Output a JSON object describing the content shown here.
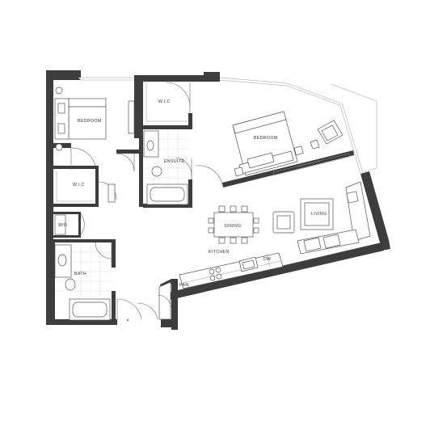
{
  "labels": {
    "bedroom_1": "BEDROOM",
    "wic_1": "W.I.C",
    "wic_2": "W.I.C",
    "bedroom_2": "BEDROOM",
    "ensuite": "ENSUITE",
    "wd": "W/D",
    "dining": "DINING",
    "living": "LIVING",
    "kitchen": "KITCHEN",
    "dw": "DW",
    "bath": "BATH",
    "pantry": "PAN"
  },
  "colors": {
    "wall": "#3d3d3d",
    "line": "#555555",
    "background": "#ffffff"
  }
}
